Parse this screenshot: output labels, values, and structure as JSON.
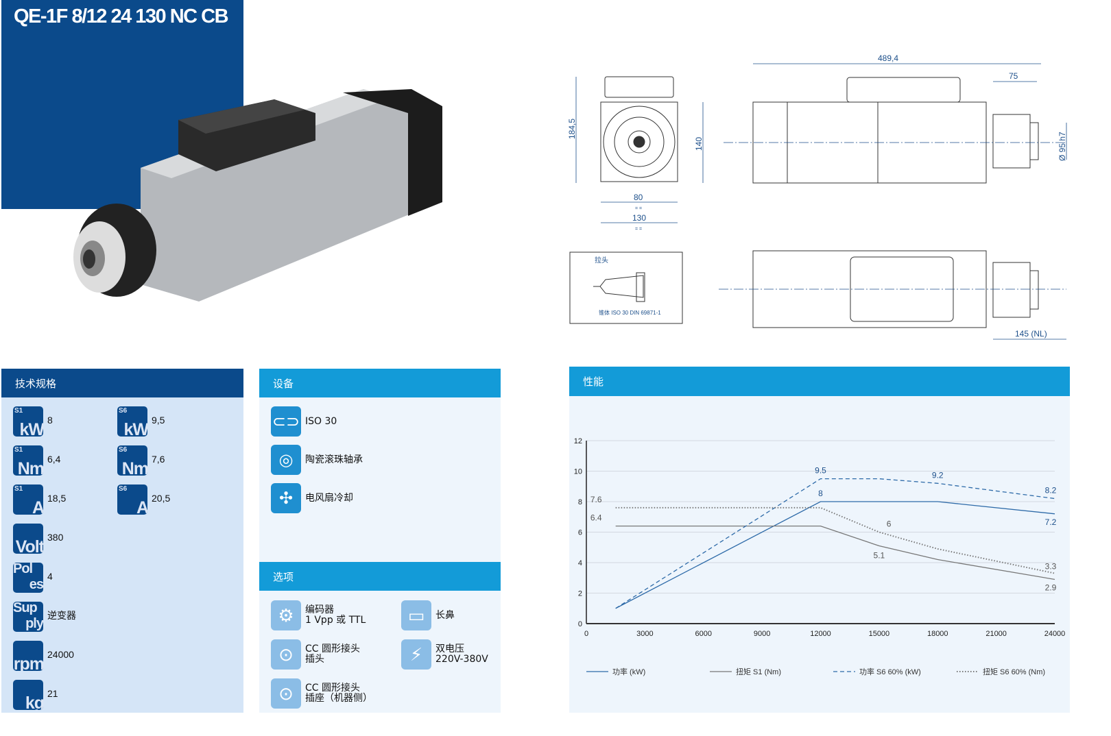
{
  "title": "QE-1F 8/12 24 130 NC CB",
  "drawings": {
    "dims": {
      "height": "184,5",
      "side": "140",
      "w80": "80",
      "w130": "130",
      "length": "489,4",
      "nose": "75",
      "dia": "Ø 95 h7",
      "nl": "145 (NL)",
      "eq": "= ="
    },
    "inset": {
      "pull_stud": "拉头",
      "taper": "锥体 ISO 30 DIN 69871-1"
    }
  },
  "specs": {
    "title": "技术规格",
    "items": [
      {
        "sup": "S1",
        "unit": "kW",
        "value": "8"
      },
      {
        "sup": "S6",
        "unit": "kW",
        "value": "9,5"
      },
      {
        "sup": "S1",
        "unit": "Nm",
        "value": "6,4"
      },
      {
        "sup": "S6",
        "unit": "Nm",
        "value": "7,6"
      },
      {
        "sup": "S1",
        "unit": "A",
        "value": "18,5"
      },
      {
        "sup": "S6",
        "unit": "A",
        "value": "20,5"
      },
      {
        "sup": "",
        "unit": "Volt",
        "value": "380"
      },
      {
        "sup": "",
        "unit": "Poles",
        "value": "4"
      },
      {
        "sup": "",
        "unit": "Supply",
        "value": "逆变器"
      },
      {
        "sup": "",
        "unit": "rpm",
        "value": "24000"
      },
      {
        "sup": "",
        "unit": "kg",
        "value": "21"
      }
    ]
  },
  "equipment": {
    "title": "设备",
    "items": [
      {
        "icon": "iso30-icon",
        "label": "ISO 30"
      },
      {
        "icon": "ceramic-bearing-icon",
        "label": "陶瓷滚珠轴承"
      },
      {
        "icon": "fan-icon",
        "label": "电风扇冷却"
      }
    ]
  },
  "options": {
    "title": "选项",
    "items": [
      {
        "icon": "encoder-icon",
        "l1": "编码器",
        "l2": "1 Vpp 或 TTL"
      },
      {
        "icon": "long-nose-icon",
        "l1": "长鼻",
        "l2": ""
      },
      {
        "icon": "plug-m-icon",
        "l1": "CC 圆形接头",
        "l2": "插头"
      },
      {
        "icon": "dual-voltage-icon",
        "l1": "双电压",
        "l2": "220V-380V"
      },
      {
        "icon": "plug-f-icon",
        "l1": "CC 圆形接头",
        "l2": "插座（机器侧）"
      }
    ]
  },
  "performance": {
    "title": "性能"
  },
  "chart_data": {
    "type": "line",
    "xlim": [
      0,
      24000
    ],
    "ylim": [
      0,
      12
    ],
    "xticks": [
      0,
      3000,
      6000,
      9000,
      12000,
      15000,
      18000,
      21000,
      24000
    ],
    "yticks": [
      0,
      2,
      4,
      6,
      8,
      10,
      12
    ],
    "series": [
      {
        "name": "功率 (kW)",
        "style": "solid",
        "color": "#2d6aa8",
        "x": [
          1500,
          12000,
          18000,
          24000
        ],
        "y": [
          1,
          8,
          8,
          7.2
        ],
        "labels": [
          {
            "x": 12000,
            "y": 8,
            "t": "8"
          },
          {
            "x": 24000,
            "y": 7.2,
            "t": "7.2"
          }
        ]
      },
      {
        "name": "扭矩 S1 (Nm)",
        "style": "solid",
        "color": "#777777",
        "x": [
          1500,
          12000,
          15000,
          18000,
          24000
        ],
        "y": [
          6.4,
          6.4,
          5.1,
          4.2,
          2.9
        ],
        "labels": [
          {
            "x": 500,
            "y": 6.4,
            "t": "6.4"
          },
          {
            "x": 15000,
            "y": 5.1,
            "t": "5.1"
          },
          {
            "x": 24000,
            "y": 2.9,
            "t": "2.9"
          }
        ]
      },
      {
        "name": "功率 S6 60% (kW)",
        "style": "dashed",
        "color": "#2d6aa8",
        "x": [
          1500,
          12000,
          15000,
          18000,
          24000
        ],
        "y": [
          1,
          9.5,
          9.5,
          9.2,
          8.2
        ],
        "labels": [
          {
            "x": 12000,
            "y": 9.5,
            "t": "9.5"
          },
          {
            "x": 18000,
            "y": 9.2,
            "t": "9.2"
          },
          {
            "x": 24000,
            "y": 8.2,
            "t": "8.2"
          }
        ]
      },
      {
        "name": "扭矩 S6 60% (Nm)",
        "style": "dotted",
        "color": "#777777",
        "x": [
          1500,
          12000,
          15000,
          18000,
          24000
        ],
        "y": [
          7.6,
          7.6,
          6,
          4.9,
          3.3
        ],
        "labels": [
          {
            "x": 500,
            "y": 7.6,
            "t": "7.6"
          },
          {
            "x": 15500,
            "y": 6,
            "t": "6"
          },
          {
            "x": 24000,
            "y": 3.3,
            "t": "3.3"
          }
        ]
      }
    ]
  }
}
